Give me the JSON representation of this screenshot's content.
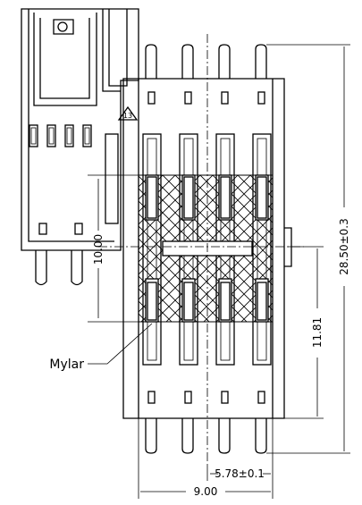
{
  "dimensions": {
    "overall_height": "28.50±0.3",
    "contact_span": "10.00",
    "lower_height": "11.81",
    "pitch_offset": "5.78±0.1",
    "width": "9.00"
  },
  "labels": {
    "mylar": "Mylar",
    "note_number": "13"
  },
  "contacts": {
    "count": 4
  }
}
